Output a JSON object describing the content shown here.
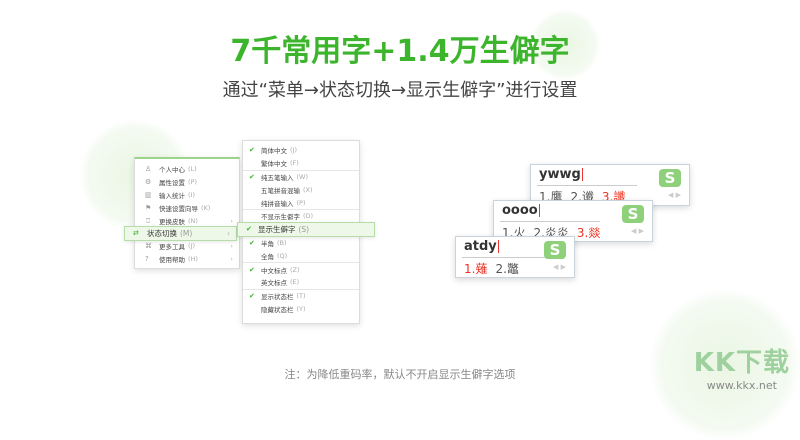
{
  "header": {
    "title": "7千常用字+1.4万生僻字",
    "subtitle": "通过“菜单→状态切换→显示生僻字”进行设置"
  },
  "main_menu": {
    "items": [
      {
        "icon": "user-icon",
        "label": "个人中心",
        "key": "(L)"
      },
      {
        "icon": "gear-icon",
        "label": "属性设置",
        "key": "(P)"
      },
      {
        "icon": "bar-chart-icon",
        "label": "输入统计",
        "key": "(I)"
      },
      {
        "icon": "flag-icon",
        "label": "快速设置向导",
        "key": "(K)"
      },
      {
        "icon": "shirt-icon",
        "label": "更换皮肤",
        "key": "(N)",
        "submenu": true
      },
      {
        "icon": "switch-icon",
        "label": "状态切换",
        "key": "(M)",
        "submenu": true,
        "highlighted": true
      },
      {
        "icon": "tools-icon",
        "label": "更多工具",
        "key": "(J)",
        "submenu": true
      },
      {
        "icon": "help-icon",
        "label": "使用帮助",
        "key": "(H)",
        "submenu": true
      }
    ]
  },
  "sub_menu": {
    "items": [
      {
        "label": "简体中文",
        "key": "(J)",
        "checked": true
      },
      {
        "label": "繁体中文",
        "key": "(F)",
        "checked": false,
        "sep_after": true
      },
      {
        "label": "纯五笔输入",
        "key": "(W)",
        "checked": true
      },
      {
        "label": "五笔拼音混输",
        "key": "(X)",
        "checked": false
      },
      {
        "label": "纯拼音输入",
        "key": "(P)",
        "checked": false,
        "sep_after": true
      },
      {
        "label": "不显示生僻字",
        "key": "(D)",
        "checked": false
      },
      {
        "label": "显示生僻字",
        "key": "(S)",
        "checked": true,
        "highlighted": true,
        "sep_after": true
      },
      {
        "label": "半角",
        "key": "(B)",
        "checked": true
      },
      {
        "label": "全角",
        "key": "(Q)",
        "checked": false,
        "sep_after": true
      },
      {
        "label": "中文标点",
        "key": "(Z)",
        "checked": true
      },
      {
        "label": "英文标点",
        "key": "(E)",
        "checked": false,
        "sep_after": true
      },
      {
        "label": "显示状态栏",
        "key": "(T)",
        "checked": true
      },
      {
        "label": "隐藏状态栏",
        "key": "(Y)",
        "checked": false
      }
    ]
  },
  "candidates": [
    {
      "code": "ywwg",
      "items": [
        "1.鹰",
        "2.谶",
        "3.讖"
      ],
      "rare_index": 2
    },
    {
      "code": "oooo",
      "items": [
        "1.火",
        "2.炎炎",
        "3.燚"
      ],
      "rare_index": 2
    },
    {
      "code": "atdy",
      "items": [
        "1.薙",
        "2.鼈"
      ],
      "rare_index": 0
    }
  ],
  "ime_logo": "S",
  "note": "注：为降低重码率，默认不开启显示生僻字选项",
  "watermark": {
    "brand": "KK下载",
    "url": "www.kkx.net"
  },
  "colors": {
    "accent": "#3cb52c",
    "rare": "#e32222"
  }
}
